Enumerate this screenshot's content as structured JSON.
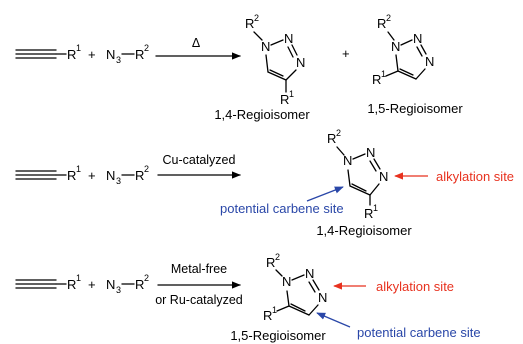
{
  "colors": {
    "text": "#000000",
    "alkylation": "#e8321f",
    "carbene": "#2a47a8"
  },
  "atoms": {
    "N": "N",
    "R": "R",
    "r1_sup": "1",
    "r2_sup": "2",
    "n3_sub": "3",
    "plus": "+"
  },
  "reactions": [
    {
      "condition": "Δ",
      "condition_line2": "",
      "products": [
        "1,4-Regioisomer",
        "1,5-Regioisomer"
      ]
    },
    {
      "condition": "Cu-catalyzed",
      "condition_line2": "",
      "products": [
        "1,4-Regioisomer"
      ],
      "annotations": {
        "alkylation": "alkylation site",
        "carbene": "potential carbene site"
      }
    },
    {
      "condition": "Metal-free",
      "condition_line2": "or Ru-catalyzed",
      "products": [
        "1,5-Regioisomer"
      ],
      "annotations": {
        "alkylation": "alkylation site",
        "carbene": "potential carbene site"
      }
    }
  ]
}
